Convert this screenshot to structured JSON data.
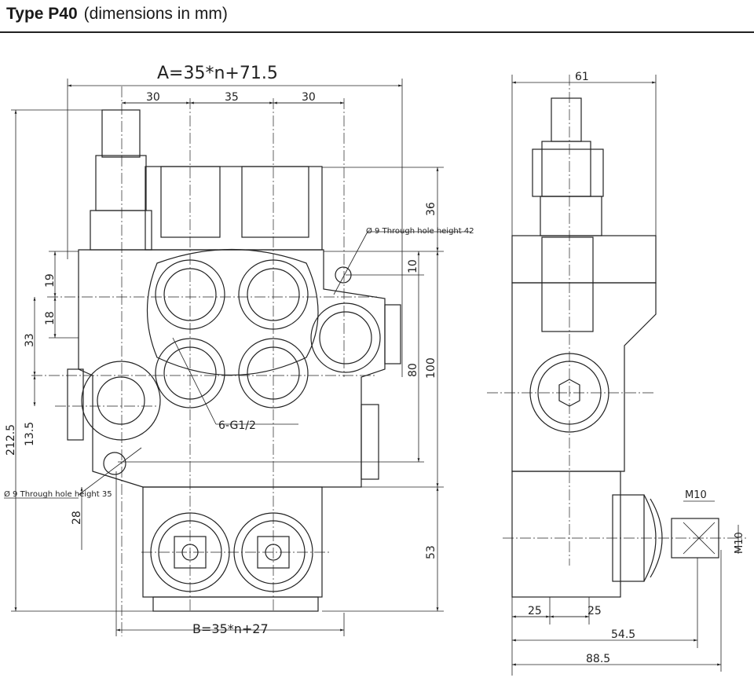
{
  "header": {
    "type": "Type P40",
    "subtitle": "(dimensions in mm)"
  },
  "front_view": {
    "dim_a": "A=35*n+71.5",
    "dim_30a": "30",
    "dim_35": "35",
    "dim_30b": "30",
    "dim_36": "36",
    "dim_10": "10",
    "dim_80": "80",
    "dim_100": "100",
    "dim_53": "53",
    "dim_212_5": "212.5",
    "dim_19": "19",
    "dim_18": "18",
    "dim_33": "33",
    "dim_13_5": "13.5",
    "dim_28": "28",
    "hole_top": "Ø 9 Through hole height 42",
    "hole_bottom": "Ø 9 Through hole height 35",
    "ports": "6-G1/2",
    "dim_b": "B=35*n+27"
  },
  "side_view": {
    "dim_61": "61",
    "dim_m10_h": "M10",
    "dim_m10_v": "M10",
    "dim_25a": "25",
    "dim_25b": "25",
    "dim_54_5": "54.5",
    "dim_88_5": "88.5"
  }
}
